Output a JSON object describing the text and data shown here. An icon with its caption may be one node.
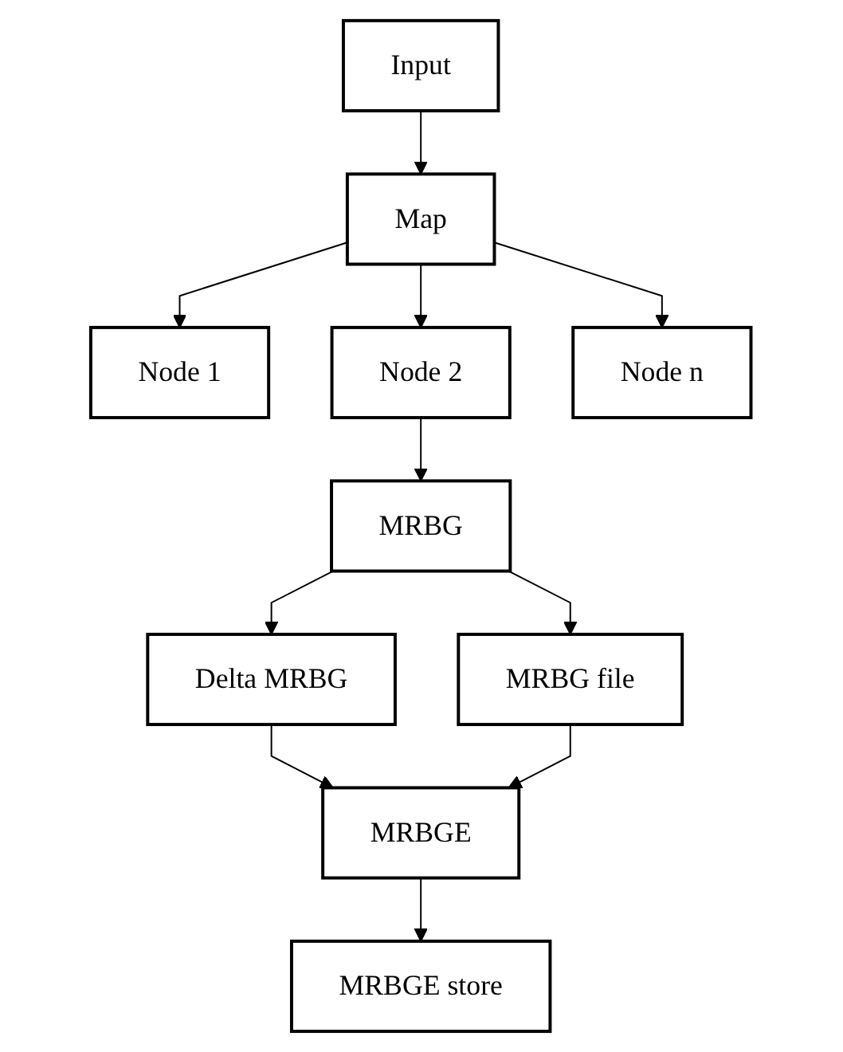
{
  "diagram": {
    "nodes": [
      {
        "text": [
          "Input"
        ]
      },
      {
        "text": [
          "Map"
        ]
      },
      {
        "text": [
          "Node 1"
        ]
      },
      {
        "text": [
          "Node 2"
        ]
      },
      {
        "text": [
          "Node n"
        ]
      },
      {
        "text": [
          "MRBG"
        ]
      },
      {
        "text": [
          "Delta MRBG"
        ]
      },
      {
        "text": [
          "MRBG file"
        ]
      },
      {
        "text": [
          "MRBGE"
        ]
      },
      {
        "text": [
          "MRBGE store"
        ]
      }
    ],
    "edges": [
      {
        "from": 0,
        "to": 1,
        "arrow": "to"
      },
      {
        "from": 1,
        "to": 2,
        "arrow": "to"
      },
      {
        "from": 1,
        "to": 3,
        "arrow": "to"
      },
      {
        "from": 1,
        "to": 4,
        "arrow": "to"
      },
      {
        "from": 3,
        "to": 5,
        "arrow": "to"
      },
      {
        "from": 5,
        "to": 6,
        "arrow": "to"
      },
      {
        "from": 5,
        "to": 7,
        "arrow": "to"
      },
      {
        "from": 6,
        "to": 8,
        "arrow": "to"
      },
      {
        "from": 7,
        "to": 8,
        "arrow": "to"
      },
      {
        "from": 8,
        "to": 9,
        "arrow": "to"
      }
    ]
  }
}
